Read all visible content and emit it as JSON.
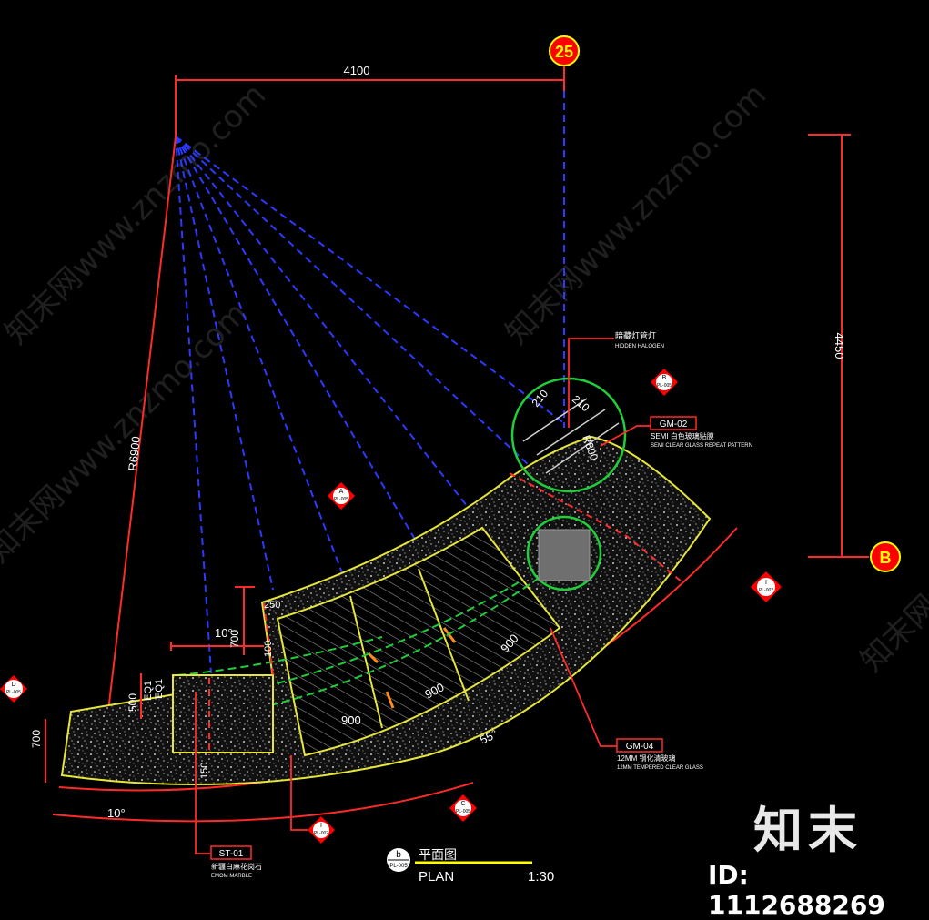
{
  "colors": {
    "background": "#000000",
    "dimension": "#ff2a2a",
    "construction": "#2a3aff",
    "outline": "#e6e63a",
    "circle": "#1fcf3a",
    "hatch": "#cfcfcf",
    "text": "#ffffff",
    "bubble": "#ffff00"
  },
  "grid_bubbles": {
    "top": "25",
    "right": "B"
  },
  "dimensions": {
    "top_width": "4100",
    "right_height": "4450",
    "radius": "R6900",
    "seg_210a": "210",
    "seg_210b": "210",
    "r800": "R800",
    "angle_left_top": "10°",
    "angle_left_bottom": "10°",
    "angle_arc": "55°",
    "w700_left": "700",
    "w700_mid": "700",
    "h500": "500",
    "eq1": "EQ1",
    "eq2": "EQ1",
    "mid_150": "150",
    "glass_900a": "900",
    "glass_900b": "900",
    "glass_900c": "900",
    "small_250": "250",
    "small_100": "100"
  },
  "callouts": {
    "a": {
      "letter": "A",
      "ref": "PL-005"
    },
    "b_top": {
      "letter": "B",
      "ref": "PL-005"
    },
    "c": {
      "letter": "C",
      "ref": "PL-005"
    },
    "d": {
      "letter": "D",
      "ref": "PL-005"
    },
    "e_right": {
      "letter": "I",
      "ref": "PL-002"
    },
    "e_bottom": {
      "letter": "I",
      "ref": "PL-002"
    }
  },
  "labels": {
    "hidden_light": {
      "cn": "暗藏灯管灯",
      "en": "HIDDEN HALOGEN"
    },
    "gm02": {
      "code": "GM-02",
      "cn": "SEMI 白色玻璃贴膜",
      "en": "SEMI CLEAR GLASS REPEAT PATTERN"
    },
    "gm04": {
      "code": "GM-04",
      "cn": "12MM 钢化清玻璃",
      "en": "12MM TEMPERED CLEAR GLASS"
    },
    "st01": {
      "code": "ST-01",
      "cn": "新疆白麻花岗石",
      "en": "EMOM MARBLE"
    }
  },
  "title": {
    "bubble_letter": "b",
    "bubble_ref": "PL-005",
    "cn": "平面图",
    "en": "PLAN",
    "scale": "1:30"
  },
  "watermark": {
    "text": "知末网www.znzmo.com"
  },
  "brand": {
    "name": "知末",
    "id": "ID: 1112688269"
  }
}
